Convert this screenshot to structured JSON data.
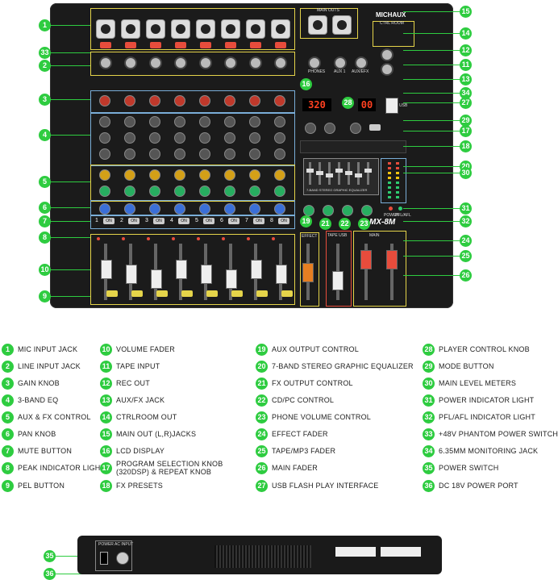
{
  "brand": "MICHAUX",
  "model": "MX-8M",
  "panel_labels": {
    "main_outs": "MAIN OUTS",
    "ctrl_room": "CTRL ROOM",
    "tape_usb": "TAPE USB",
    "effect": "EFFECT",
    "eq_title": "7-BAND STEREO GRAPHIC EQUALIZER",
    "main": "MAIN",
    "power": "POWER",
    "pfl_afl": "PFL/AFL",
    "lcd_value": "320",
    "lcd_secondary": "00",
    "usb": "USB",
    "phones": "PHONES",
    "aux": "AUX 1",
    "aux_efx": "AUX/EFX",
    "power_rear": "POWER",
    "ac_input": "AC INPUT"
  },
  "channels": [
    "1",
    "2",
    "3",
    "4",
    "5",
    "6",
    "7",
    "8"
  ],
  "on_label": "ON",
  "legend": [
    {
      "n": "1",
      "text": "MIC INPUT JACK"
    },
    {
      "n": "2",
      "text": "LINE INPUT JACK"
    },
    {
      "n": "3",
      "text": "GAIN KNOB"
    },
    {
      "n": "4",
      "text": "3-BAND EQ"
    },
    {
      "n": "5",
      "text": "AUX & FX CONTROL"
    },
    {
      "n": "6",
      "text": "PAN KNOB"
    },
    {
      "n": "7",
      "text": "MUTE BUTTON"
    },
    {
      "n": "8",
      "text": "PEAK INDICATOR LIGHT"
    },
    {
      "n": "9",
      "text": "PEL BUTTON"
    },
    {
      "n": "10",
      "text": "VOLUME FADER"
    },
    {
      "n": "11",
      "text": "TAPE INPUT"
    },
    {
      "n": "12",
      "text": "REC OUT"
    },
    {
      "n": "13",
      "text": "AUX/FX JACK"
    },
    {
      "n": "14",
      "text": "CTRLROOM OUT"
    },
    {
      "n": "15",
      "text": "MAIN OUT (L,R)JACKS"
    },
    {
      "n": "16",
      "text": "LCD DISPLAY"
    },
    {
      "n": "17",
      "text": "PROGRAM SELECTION KNOB (320DSP) & REPEAT KNOB"
    },
    {
      "n": "18",
      "text": "FX PRESETS"
    },
    {
      "n": "19",
      "text": "AUX OUTPUT CONTROL"
    },
    {
      "n": "20",
      "text": "7-BAND STEREO GRAPHIC EQUALIZER"
    },
    {
      "n": "21",
      "text": "FX OUTPUT CONTROL"
    },
    {
      "n": "22",
      "text": "CD/PC CONTROL"
    },
    {
      "n": "23",
      "text": "PHONE VOLUME CONTROL"
    },
    {
      "n": "24",
      "text": "EFFECT FADER"
    },
    {
      "n": "25",
      "text": "TAPE/MP3 FADER"
    },
    {
      "n": "26",
      "text": "MAIN FADER"
    },
    {
      "n": "27",
      "text": "USB FLASH PLAY INTERFACE"
    },
    {
      "n": "28",
      "text": "PLAYER CONTROL KNOB"
    },
    {
      "n": "29",
      "text": "MODE BUTTON"
    },
    {
      "n": "30",
      "text": "MAIN LEVEL METERS"
    },
    {
      "n": "31",
      "text": "POWER INDICATOR LIGHT"
    },
    {
      "n": "32",
      "text": "PFL/AFL INDICATOR LIGHT"
    },
    {
      "n": "33",
      "text": "+48V PHANTOM POWER SWITCH"
    },
    {
      "n": "34",
      "text": "6.35MM MONITORING JACK"
    },
    {
      "n": "35",
      "text": "POWER SWITCH"
    },
    {
      "n": "36",
      "text": "DC 18V POWER PORT"
    }
  ],
  "callouts_left": [
    "1",
    "33",
    "2",
    "3",
    "4",
    "5",
    "6",
    "7",
    "8",
    "10",
    "9"
  ],
  "callouts_right": [
    "15",
    "14",
    "12",
    "11",
    "13",
    "34",
    "27",
    "29",
    "17",
    "18",
    "20",
    "30",
    "31",
    "32",
    "24",
    "25",
    "26"
  ],
  "callouts_inline": [
    "16",
    "28",
    "19",
    "21",
    "22",
    "23"
  ],
  "rear_callouts": [
    "35",
    "36"
  ],
  "colors": {
    "callout": "#2ecc40",
    "panel": "#1b1b1b",
    "accent_red": "#c0392b"
  }
}
